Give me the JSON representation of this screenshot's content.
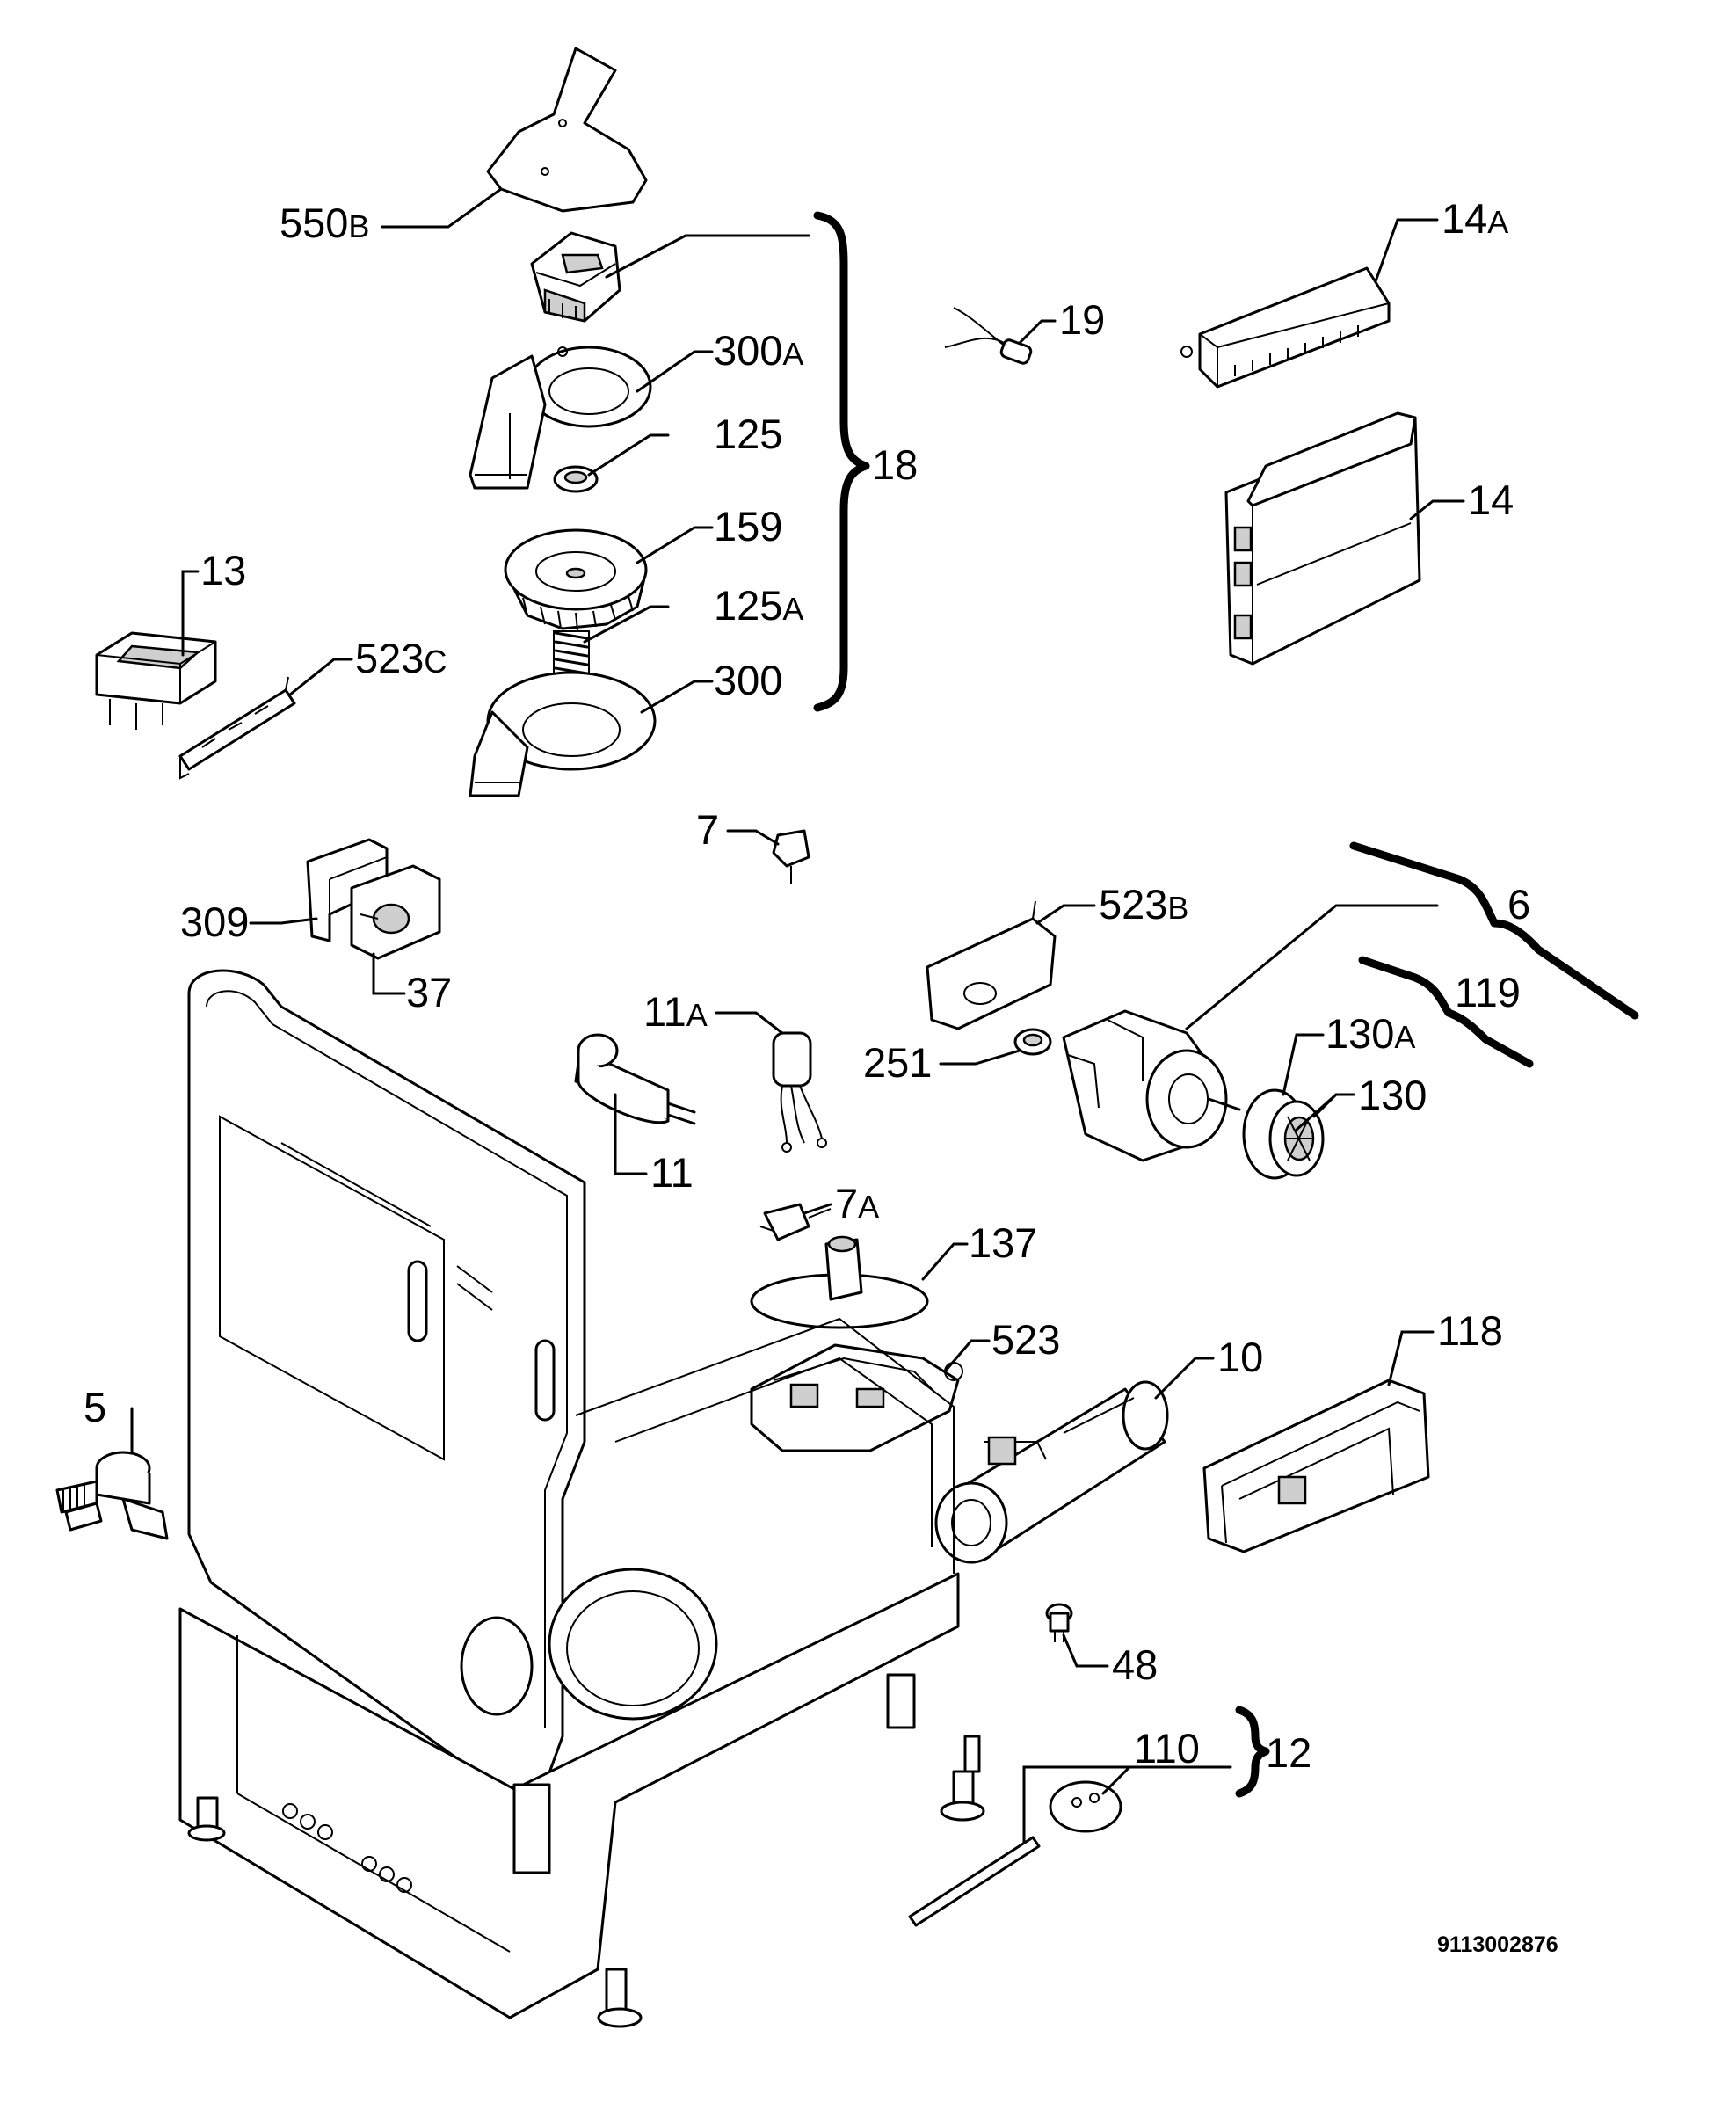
{
  "diagram_code": "9113002876",
  "callouts": [
    {
      "id": "550b",
      "num": "550",
      "suffix": "B"
    },
    {
      "id": "300a",
      "num": "300",
      "suffix": "A"
    },
    {
      "id": "125",
      "num": "125",
      "suffix": ""
    },
    {
      "id": "18",
      "num": "18",
      "suffix": ""
    },
    {
      "id": "159",
      "num": "159",
      "suffix": ""
    },
    {
      "id": "125a",
      "num": "125",
      "suffix": "A"
    },
    {
      "id": "300",
      "num": "300",
      "suffix": ""
    },
    {
      "id": "13",
      "num": "13",
      "suffix": ""
    },
    {
      "id": "523c",
      "num": "523",
      "suffix": "C"
    },
    {
      "id": "19",
      "num": "19",
      "suffix": ""
    },
    {
      "id": "14a",
      "num": "14",
      "suffix": "A"
    },
    {
      "id": "14",
      "num": "14",
      "suffix": ""
    },
    {
      "id": "7",
      "num": "7",
      "suffix": ""
    },
    {
      "id": "309",
      "num": "309",
      "suffix": ""
    },
    {
      "id": "37",
      "num": "37",
      "suffix": ""
    },
    {
      "id": "523b",
      "num": "523",
      "suffix": "B"
    },
    {
      "id": "6",
      "num": "6",
      "suffix": ""
    },
    {
      "id": "119",
      "num": "119",
      "suffix": ""
    },
    {
      "id": "11a",
      "num": "11",
      "suffix": "A"
    },
    {
      "id": "251",
      "num": "251",
      "suffix": ""
    },
    {
      "id": "130a",
      "num": "130",
      "suffix": "A"
    },
    {
      "id": "130",
      "num": "130",
      "suffix": ""
    },
    {
      "id": "11",
      "num": "11",
      "suffix": ""
    },
    {
      "id": "7a",
      "num": "7",
      "suffix": "A"
    },
    {
      "id": "137",
      "num": "137",
      "suffix": ""
    },
    {
      "id": "523",
      "num": "523",
      "suffix": ""
    },
    {
      "id": "118",
      "num": "118",
      "suffix": ""
    },
    {
      "id": "10",
      "num": "10",
      "suffix": ""
    },
    {
      "id": "5",
      "num": "5",
      "suffix": ""
    },
    {
      "id": "48",
      "num": "48",
      "suffix": ""
    },
    {
      "id": "110",
      "num": "110",
      "suffix": ""
    },
    {
      "id": "12",
      "num": "12",
      "suffix": ""
    }
  ]
}
